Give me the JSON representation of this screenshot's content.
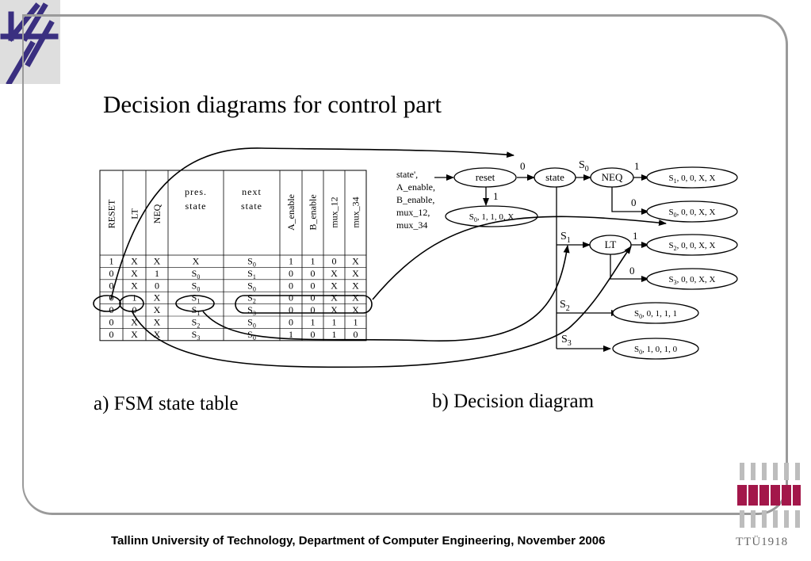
{
  "title": "Decision diagrams for control part",
  "captions": {
    "a": "a) FSM state table",
    "b": "b) Decision diagram"
  },
  "footer": "Tallinn University of Technology, Department of Computer Engineering, November 2006",
  "brand": {
    "ttu_text": "TTÜ1918",
    "accent": "#a3174a",
    "frame_color": "#9a9a9a",
    "logo_color": "#3a2f80"
  },
  "table": {
    "headers": [
      "RESET",
      "LT",
      "NEQ",
      "pres. state",
      "next state",
      "A_enable",
      "B_enable",
      "mux_12",
      "mux_34"
    ],
    "rows": [
      [
        "1",
        "X",
        "X",
        "X",
        "S0",
        "1",
        "1",
        "0",
        "X"
      ],
      [
        "0",
        "X",
        "1",
        "S0",
        "S1",
        "0",
        "0",
        "X",
        "X"
      ],
      [
        "0",
        "X",
        "0",
        "S0",
        "S0",
        "0",
        "0",
        "X",
        "X"
      ],
      [
        "0",
        "1",
        "X",
        "S1",
        "S2",
        "0",
        "0",
        "X",
        "X"
      ],
      [
        "0",
        "0",
        "X",
        "S1",
        "S3",
        "0",
        "0",
        "X",
        "X"
      ],
      [
        "0",
        "X",
        "X",
        "S2",
        "S0",
        "0",
        "1",
        "1",
        "1"
      ],
      [
        "0",
        "X",
        "X",
        "S3",
        "S0",
        "1",
        "0",
        "1",
        "0"
      ]
    ]
  },
  "diagram": {
    "legend": [
      "state',",
      "A_enable,",
      "B_enable,",
      "mux_12,",
      "mux_34"
    ],
    "nodes": {
      "reset": "reset",
      "state": "state",
      "neq": "NEQ",
      "lt": "LT"
    },
    "edge_labels": {
      "zero": "0",
      "one": "1",
      "s0": "S0",
      "s1": "S1",
      "s2": "S2",
      "s3": "S3"
    },
    "terminals": {
      "t_reset": "S0, 1, 1, 0, X",
      "t_neq1": "S1, 0, 0, X, X",
      "t_neq0": "S0, 0, 0, X, X",
      "t_lt1": "S2, 0, 0, X, X",
      "t_lt0": "S3, 0, 0, X, X",
      "t_s2": "S0, 0, 1, 1, 1",
      "t_s3": "S0, 1, 0, 1, 0"
    }
  }
}
